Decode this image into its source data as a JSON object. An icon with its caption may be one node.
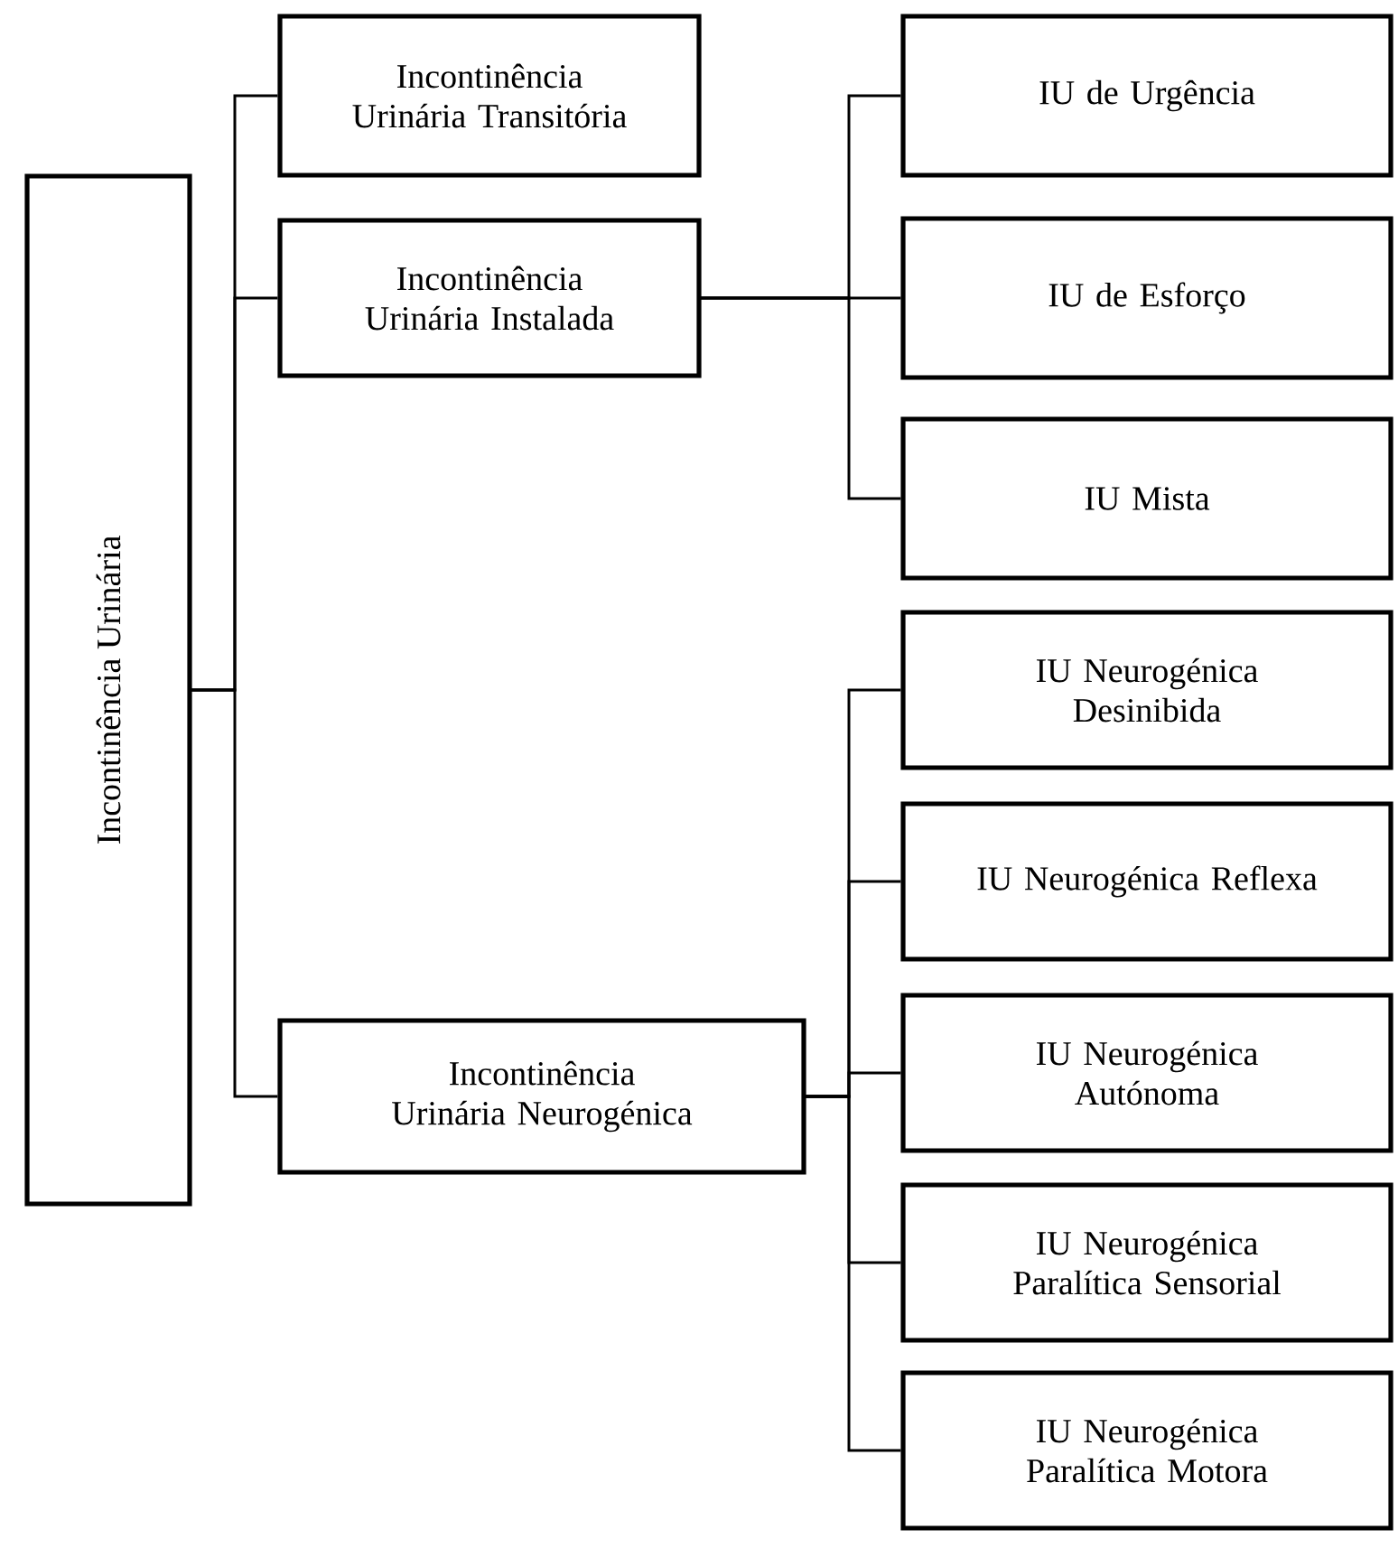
{
  "diagram": {
    "nodes": [
      {
        "text": [
          "Incontinência Urinária"
        ]
      },
      {
        "text": [
          "Incontinência Urinária Transitória"
        ]
      },
      {
        "text": [
          "Incontinência Urinária Instalada"
        ]
      },
      {
        "text": [
          "Incontinência Urinária Neurogénica"
        ]
      },
      {
        "text": [
          "IU de Urgência"
        ]
      },
      {
        "text": [
          "IU de Esforço"
        ]
      },
      {
        "text": [
          "IU Mista"
        ]
      },
      {
        "text": [
          "IU Neurogénica Desinibida"
        ]
      },
      {
        "text": [
          "IU Neurogénica Reflexa"
        ]
      },
      {
        "text": [
          "IU Neurogénica Autónoma"
        ]
      },
      {
        "text": [
          "IU Neurogénica Paralítica Sensorial"
        ]
      },
      {
        "text": [
          "IU Neurogénica Paralítica Motora"
        ]
      }
    ],
    "edges": [
      {
        "from": 0,
        "to": 1,
        "arrow": "none"
      },
      {
        "from": 0,
        "to": 2,
        "arrow": "none"
      },
      {
        "from": 0,
        "to": 3,
        "arrow": "none"
      },
      {
        "from": 2,
        "to": 4,
        "arrow": "none"
      },
      {
        "from": 2,
        "to": 5,
        "arrow": "none"
      },
      {
        "from": 2,
        "to": 6,
        "arrow": "none"
      },
      {
        "from": 3,
        "to": 7,
        "arrow": "none"
      },
      {
        "from": 3,
        "to": 8,
        "arrow": "none"
      },
      {
        "from": 3,
        "to": 9,
        "arrow": "none"
      },
      {
        "from": 3,
        "to": 10,
        "arrow": "none"
      },
      {
        "from": 3,
        "to": 11,
        "arrow": "none"
      }
    ]
  }
}
